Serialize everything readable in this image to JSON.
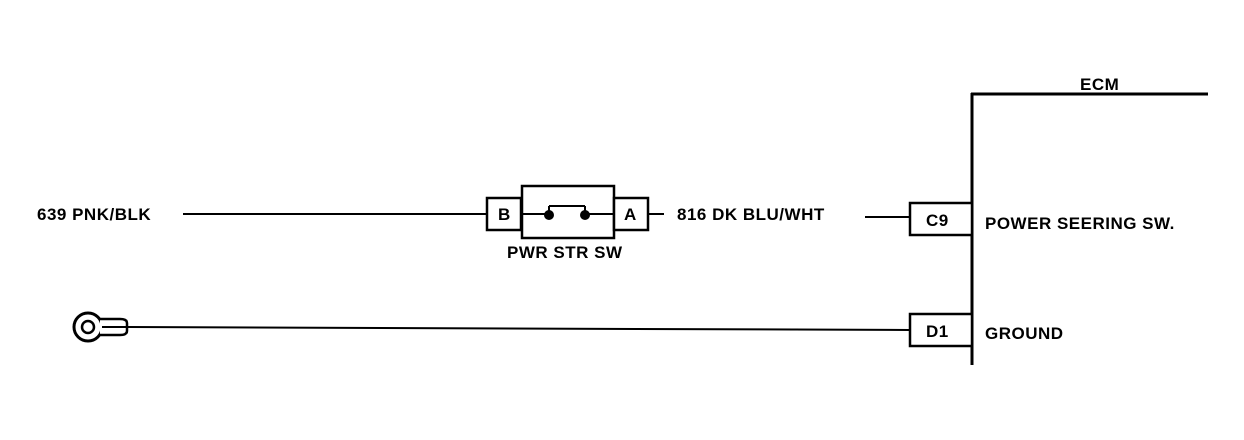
{
  "ecm": {
    "title": "ECM",
    "pins": [
      {
        "pin": "C9",
        "function": "POWER SEERING SW."
      },
      {
        "pin": "D1",
        "function": "GROUND"
      }
    ]
  },
  "wires": {
    "input": "639 PNK/BLK",
    "output": "816 DK BLU/WHT"
  },
  "switch": {
    "name": "PWR STR SW",
    "terminal_b": "B",
    "terminal_a": "A"
  },
  "ground": {
    "icon": "ground-eyelet-icon"
  }
}
